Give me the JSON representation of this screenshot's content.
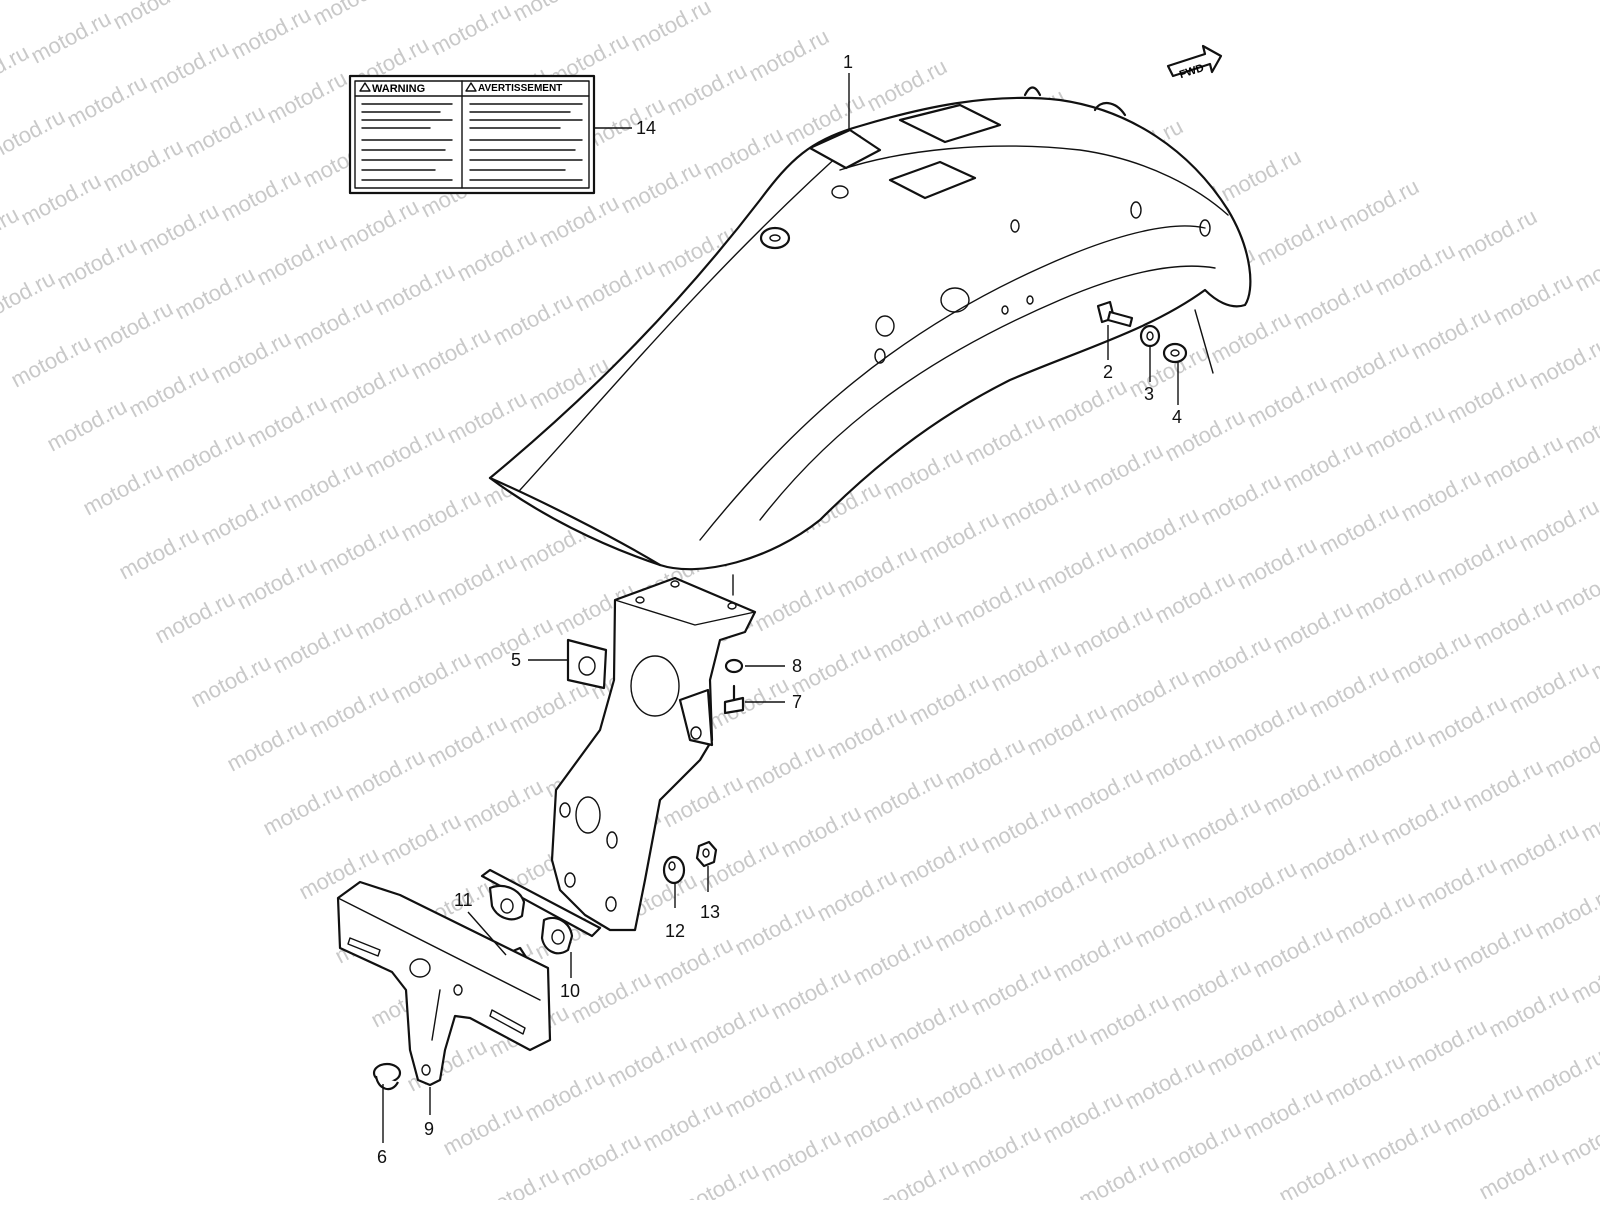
{
  "watermark": "motod.ru",
  "fwd_label": "FWD",
  "label_card": {
    "left_heading": "WARNING",
    "right_heading": "AVERTISSEMENT"
  },
  "callouts": [
    {
      "id": "1",
      "part": "fender"
    },
    {
      "id": "2",
      "part": "bolt"
    },
    {
      "id": "3",
      "part": "washer"
    },
    {
      "id": "4",
      "part": "washer"
    },
    {
      "id": "5",
      "part": "fender-bracket"
    },
    {
      "id": "6",
      "part": "cap"
    },
    {
      "id": "7",
      "part": "bolt"
    },
    {
      "id": "8",
      "part": "nut"
    },
    {
      "id": "9",
      "part": "license-plate-bracket"
    },
    {
      "id": "10",
      "part": "clamp"
    },
    {
      "id": "11",
      "part": "spacer"
    },
    {
      "id": "12",
      "part": "washer"
    },
    {
      "id": "13",
      "part": "nut"
    },
    {
      "id": "14",
      "part": "warning-label"
    }
  ],
  "colors": {
    "line": "#111111",
    "watermark": "#c9c9c9",
    "background": "#ffffff"
  }
}
